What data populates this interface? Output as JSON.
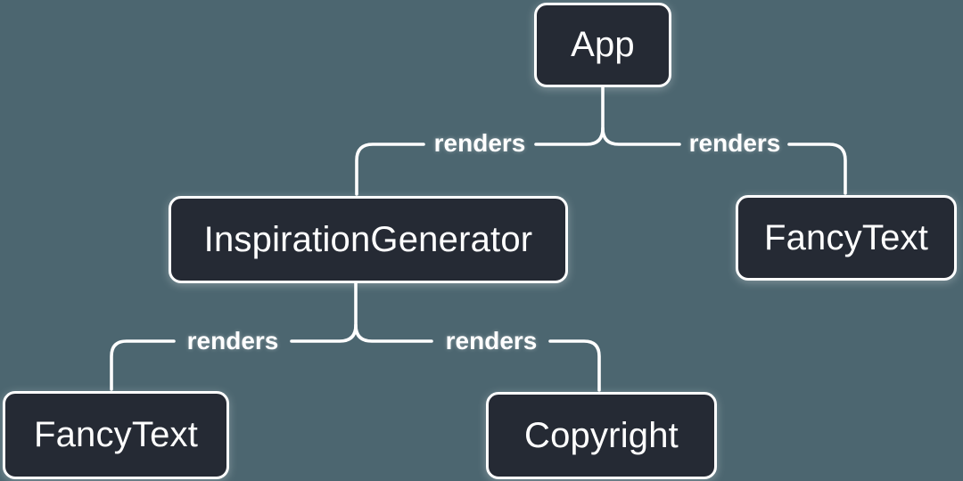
{
  "diagram": {
    "colors": {
      "background": "#4C6670",
      "node_fill": "#252A34",
      "node_border": "#FFFFFF",
      "edge": "#FFFFFF",
      "text": "#FFFFFF"
    },
    "nodes": [
      {
        "label": "App"
      },
      {
        "label": "InspirationGenerator"
      },
      {
        "label": "FancyText"
      },
      {
        "label": "FancyText"
      },
      {
        "label": "Copyright"
      }
    ],
    "edges": [
      {
        "from": "App",
        "to": "InspirationGenerator",
        "label": "renders"
      },
      {
        "from": "App",
        "to": "FancyText",
        "label": "renders"
      },
      {
        "from": "InspirationGenerator",
        "to": "FancyText",
        "label": "renders"
      },
      {
        "from": "InspirationGenerator",
        "to": "Copyright",
        "label": "renders"
      }
    ]
  }
}
